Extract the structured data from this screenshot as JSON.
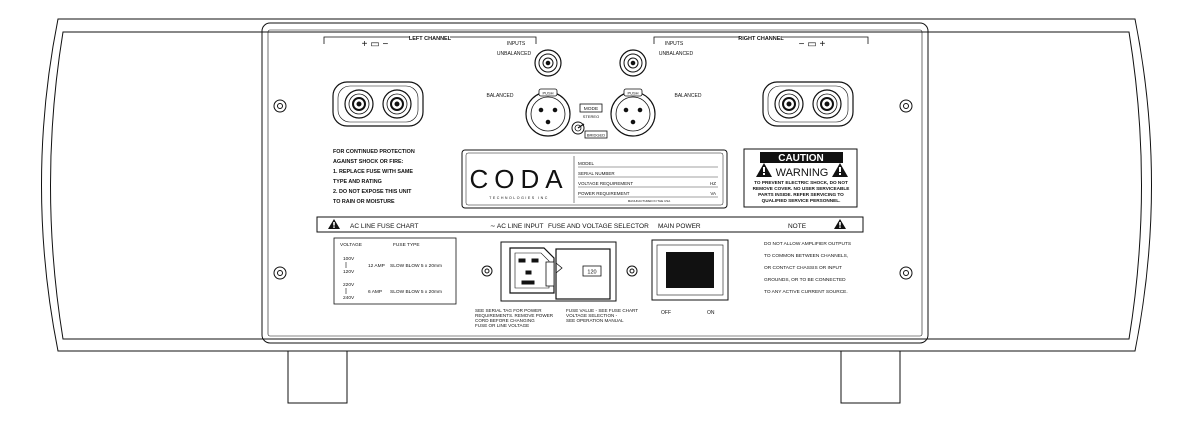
{
  "left_panel": {
    "channel_label": "LEFT CHANNEL",
    "speaker_polarity": "+ ▭ −",
    "inputs_label": "INPUTS",
    "unbalanced_label": "UNBALANCED",
    "balanced_label": "BALANCED",
    "push_label": "PUSH"
  },
  "right_panel": {
    "channel_label": "RIGHT CHANNEL",
    "speaker_polarity": "− ▭ +",
    "inputs_label": "INPUTS",
    "unbalanced_label": "UNBALANCED",
    "balanced_label": "BALANCED",
    "push_label": "PUSH"
  },
  "mode_switch": {
    "label": "MODE",
    "option_top": "STEREO",
    "option_bottom": "BRIDGED"
  },
  "protection_warning": [
    "FOR CONTINUED PROTECTION",
    "AGAINST SHOCK OR FIRE:",
    "1. REPLACE FUSE WITH SAME",
    "TYPE AND RATING",
    "2. DO NOT EXPOSE THIS UNIT",
    "TO RAIN OR MOISTURE"
  ],
  "nameplate": {
    "brand": "CODA",
    "tagline": "TECHNOLOGIES INC",
    "rows": [
      {
        "label": "MODEL",
        "unit": ""
      },
      {
        "label": "SERIAL NUMBER",
        "unit": ""
      },
      {
        "label": "VOLTAGE REQUIREMENT",
        "unit": "HZ"
      },
      {
        "label": "POWER REQUIREMENT",
        "unit": "VA"
      }
    ],
    "made_in": "MANUFACTURED IN THE USA"
  },
  "caution": {
    "title": "CAUTION",
    "warning": "WARNING",
    "lines": [
      "TO PREVENT ELECTRIC SHOCK, DO NOT",
      "REMOVE COVER. NO USER SERVICEABLE",
      "PARTS INSIDE. REFER SERVICING TO",
      "QUALIFIED SERVICE PERSONNEL."
    ]
  },
  "strip": {
    "fuse_chart": "AC LINE FUSE CHART",
    "ac_input": "∼ AC LINE INPUT",
    "selector": "FUSE AND VOLTAGE SELECTOR",
    "main_power": "MAIN POWER",
    "note": "NOTE"
  },
  "fuse_table": {
    "voltage_header": "VOLTAGE",
    "fuse_header": "FUSE TYPE",
    "rows": [
      {
        "v_low": "100V",
        "v_high": "120V",
        "amp": "12 AMP",
        "type": "SLOW BLOW 5 x 20mm"
      },
      {
        "v_low": "220V",
        "v_high": "240V",
        "amp": "6 AMP",
        "type": "SLOW BLOW 5 x 20mm"
      }
    ]
  },
  "voltage_window": "120",
  "ac_caption": [
    "SEE SERIAL TAG FOR POWER",
    "REQUIREMENTS. REMOVE POWER",
    "CORD BEFORE CHANGING",
    "FUSE OR LINE VOLTAGE"
  ],
  "selector_caption": [
    "FUSE VALUE - SEE FUSE CHART",
    "VOLTAGE SELECTION -",
    "SEE OPERATION MANUAL"
  ],
  "power": {
    "off": "OFF",
    "on": "ON"
  },
  "note_lines": [
    "DO NOT ALLOW AMPLIFIER OUTPUTS",
    "TO COMMON BETWEEN CHANNELS,",
    "OR CONTACT CHASSIS OR INPUT",
    "GROUNDS, OR TO BE CONNECTED",
    "TO ANY ACTIVE CURRENT SOURCE."
  ]
}
